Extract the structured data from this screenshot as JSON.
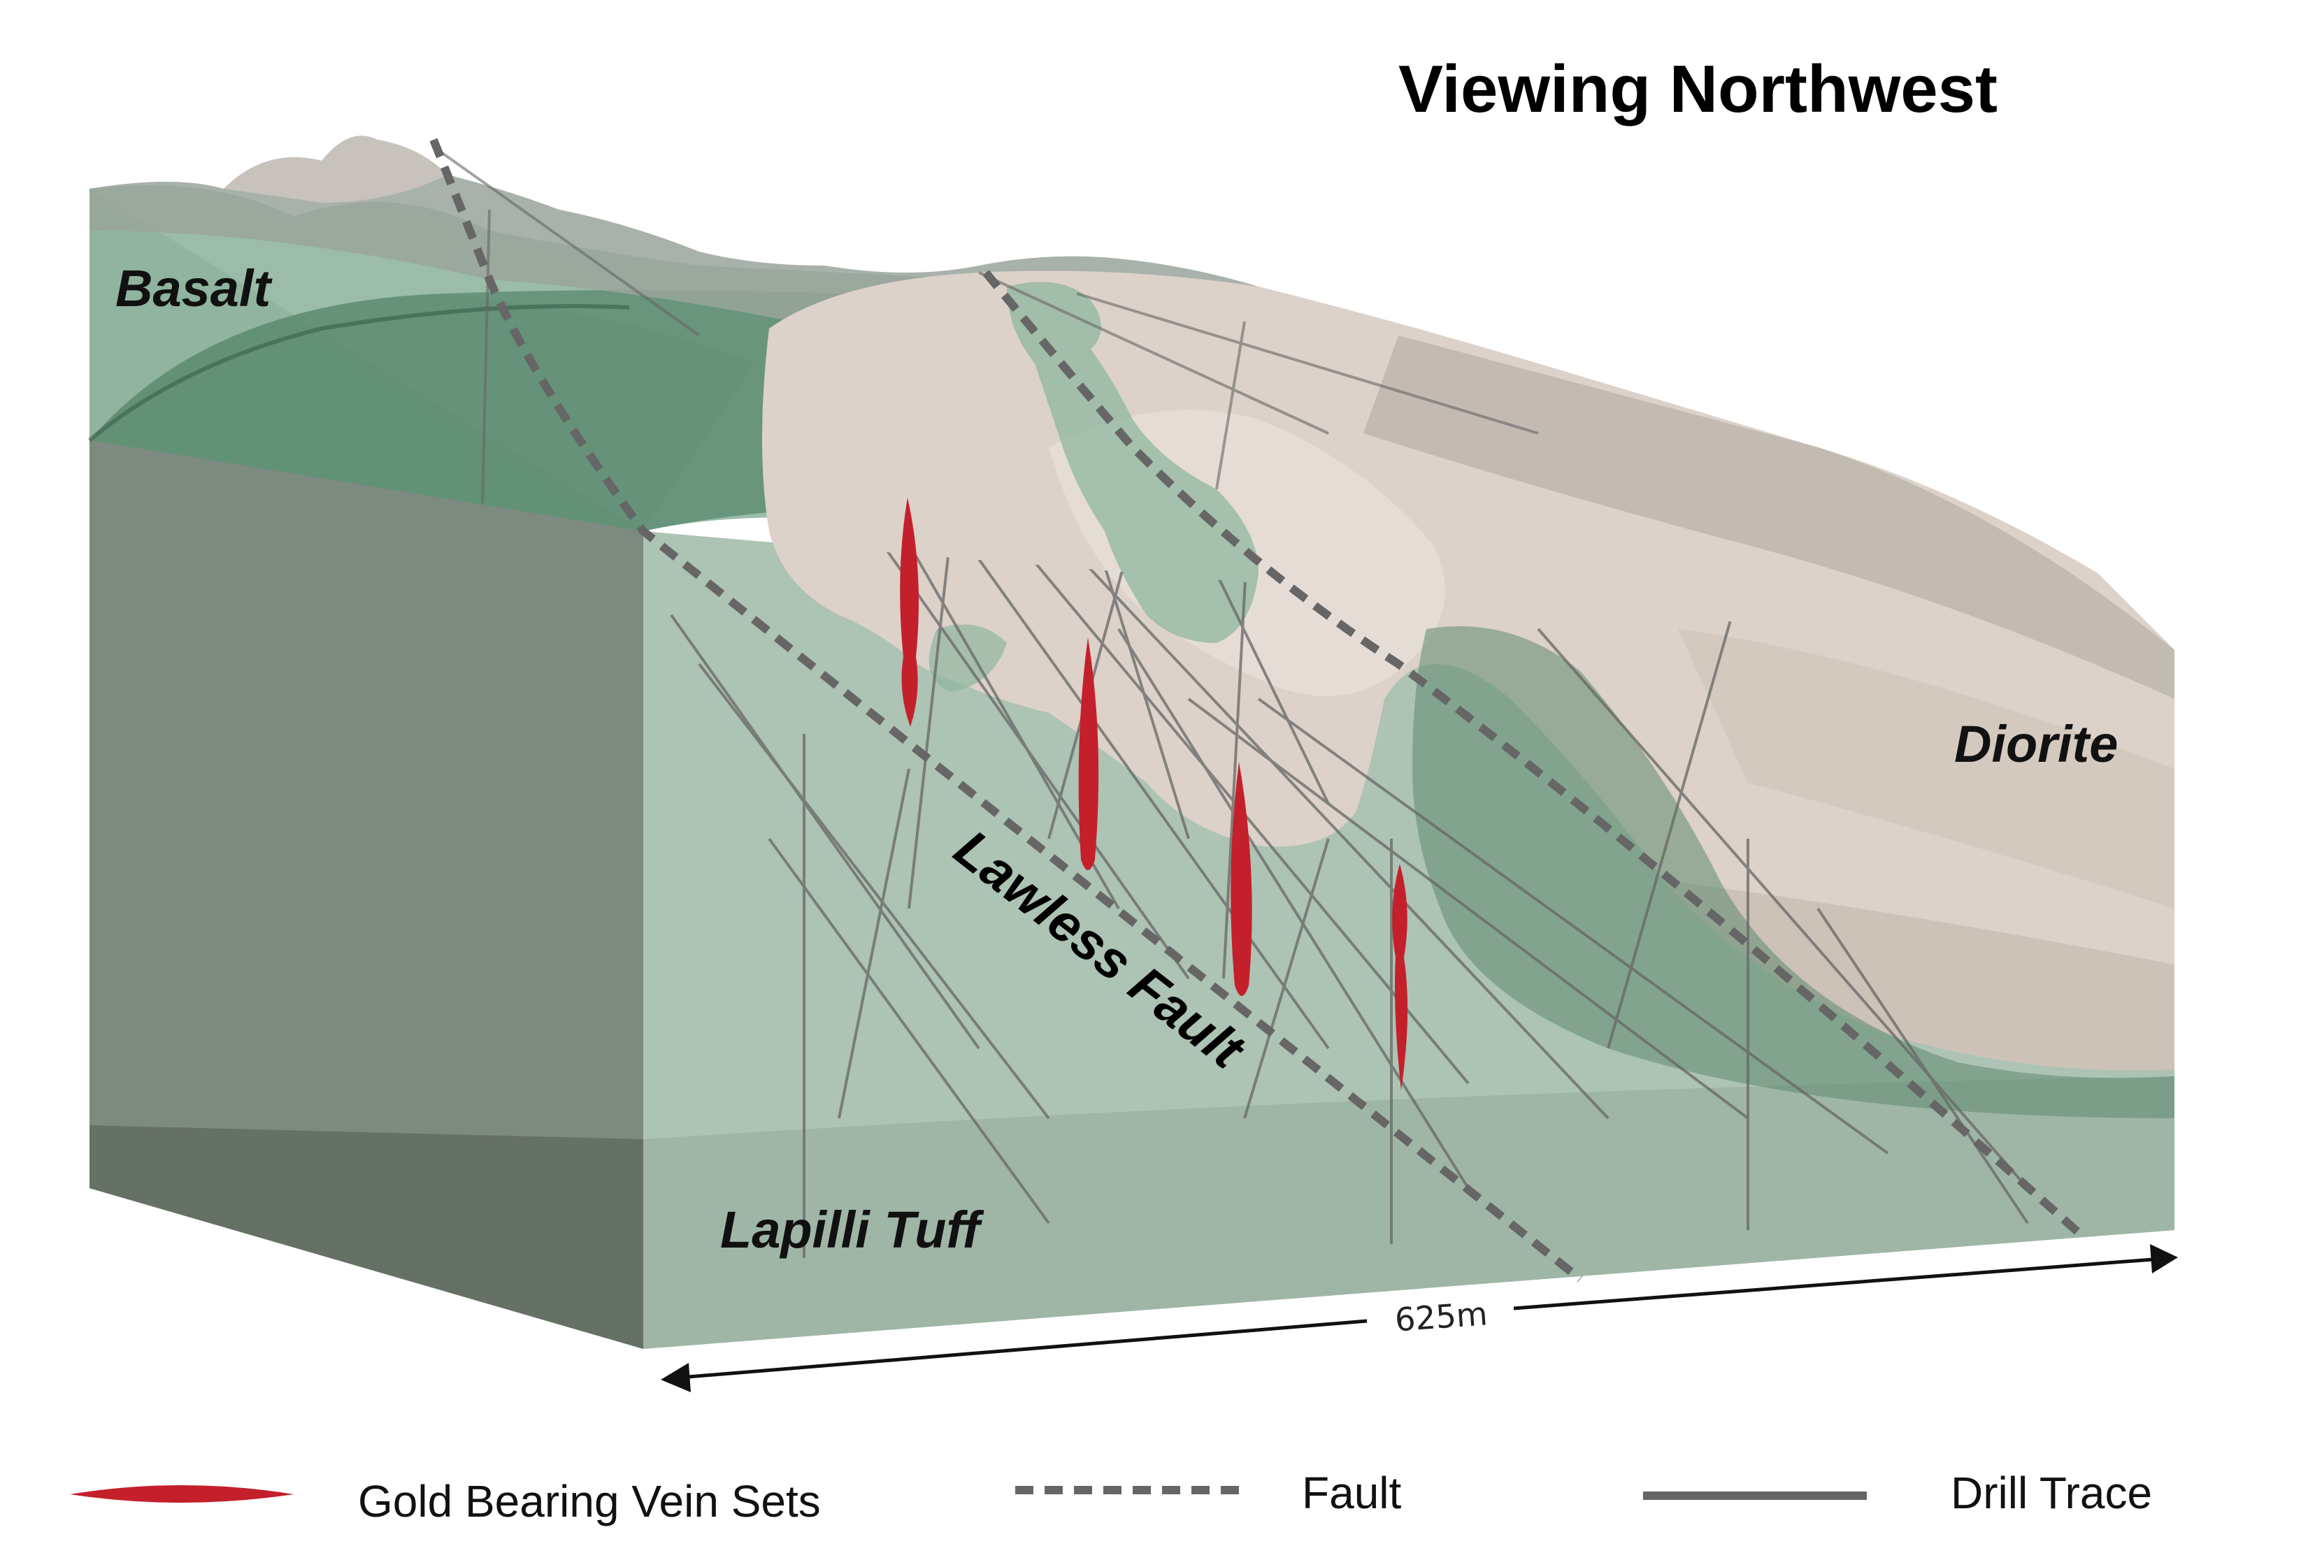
{
  "title": "Viewing Northwest",
  "units": {
    "basalt": "Basalt",
    "diorite": "Diorite",
    "lapilli_tuff": "Lapilli Tuff"
  },
  "fault_name": "Lawless Fault",
  "scale": {
    "label": "625m"
  },
  "legend": {
    "vein": "Gold Bearing Vein Sets",
    "fault": "Fault",
    "drill": "Drill Trace"
  },
  "colors": {
    "vein": "#c4202b",
    "fault": "#666666",
    "drill": "#666666",
    "tuff_front": "#adc3b4",
    "tuff_side": "#7c8a7f",
    "diorite": "#dcd2c9",
    "basalt_green": "#6f9c82"
  }
}
